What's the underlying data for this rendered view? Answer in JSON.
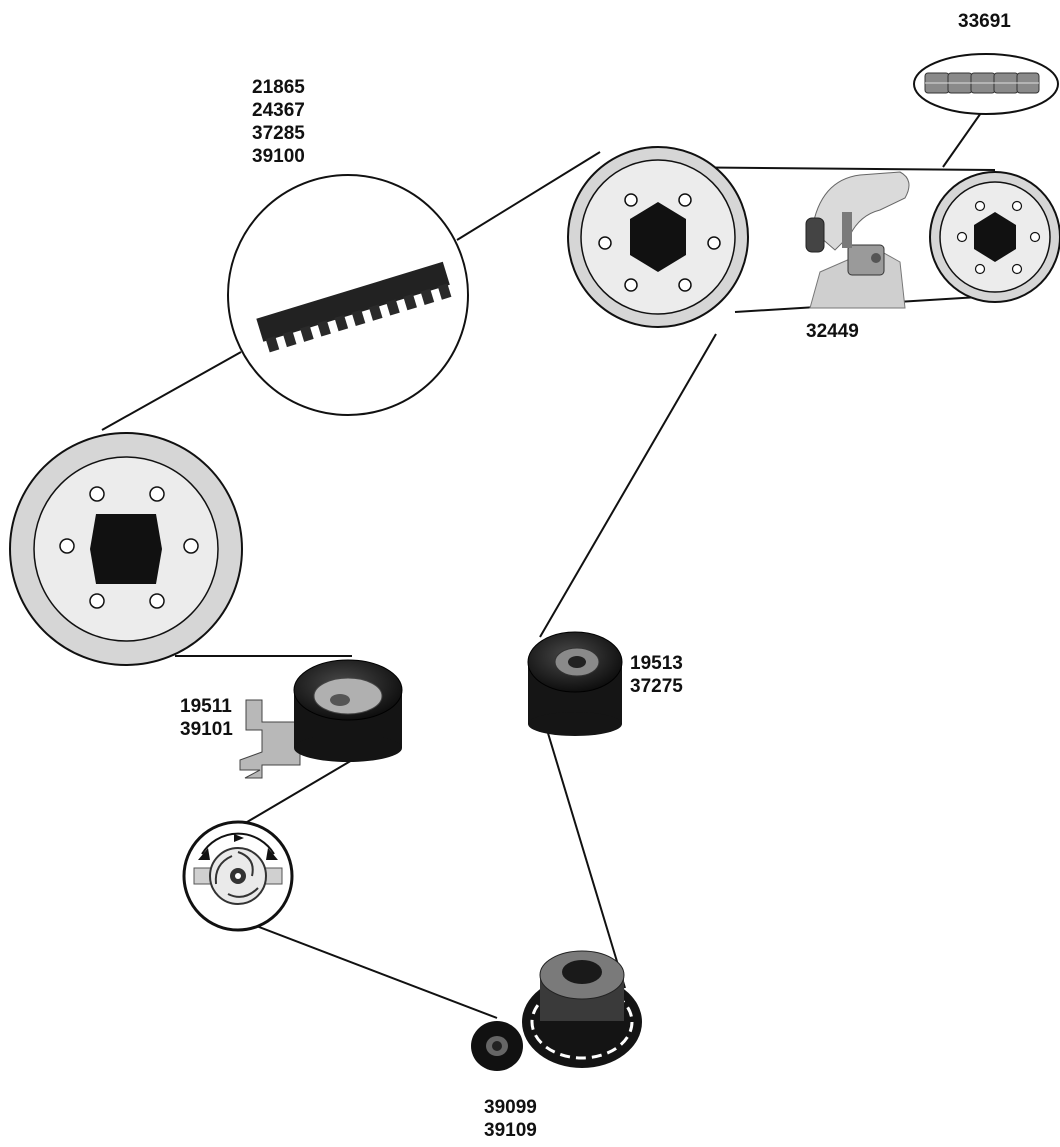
{
  "diagram": {
    "part_groups": {
      "chain": [
        "33691"
      ],
      "belt": [
        "21865",
        "24367",
        "37285",
        "39100"
      ],
      "chain_tensioner": [
        "32449"
      ],
      "idler_pulley": [
        "19513",
        "37275"
      ],
      "tensioner_pulley": [
        "19511",
        "39101"
      ],
      "crankshaft_sprocket": [
        "39099",
        "39109"
      ]
    }
  }
}
